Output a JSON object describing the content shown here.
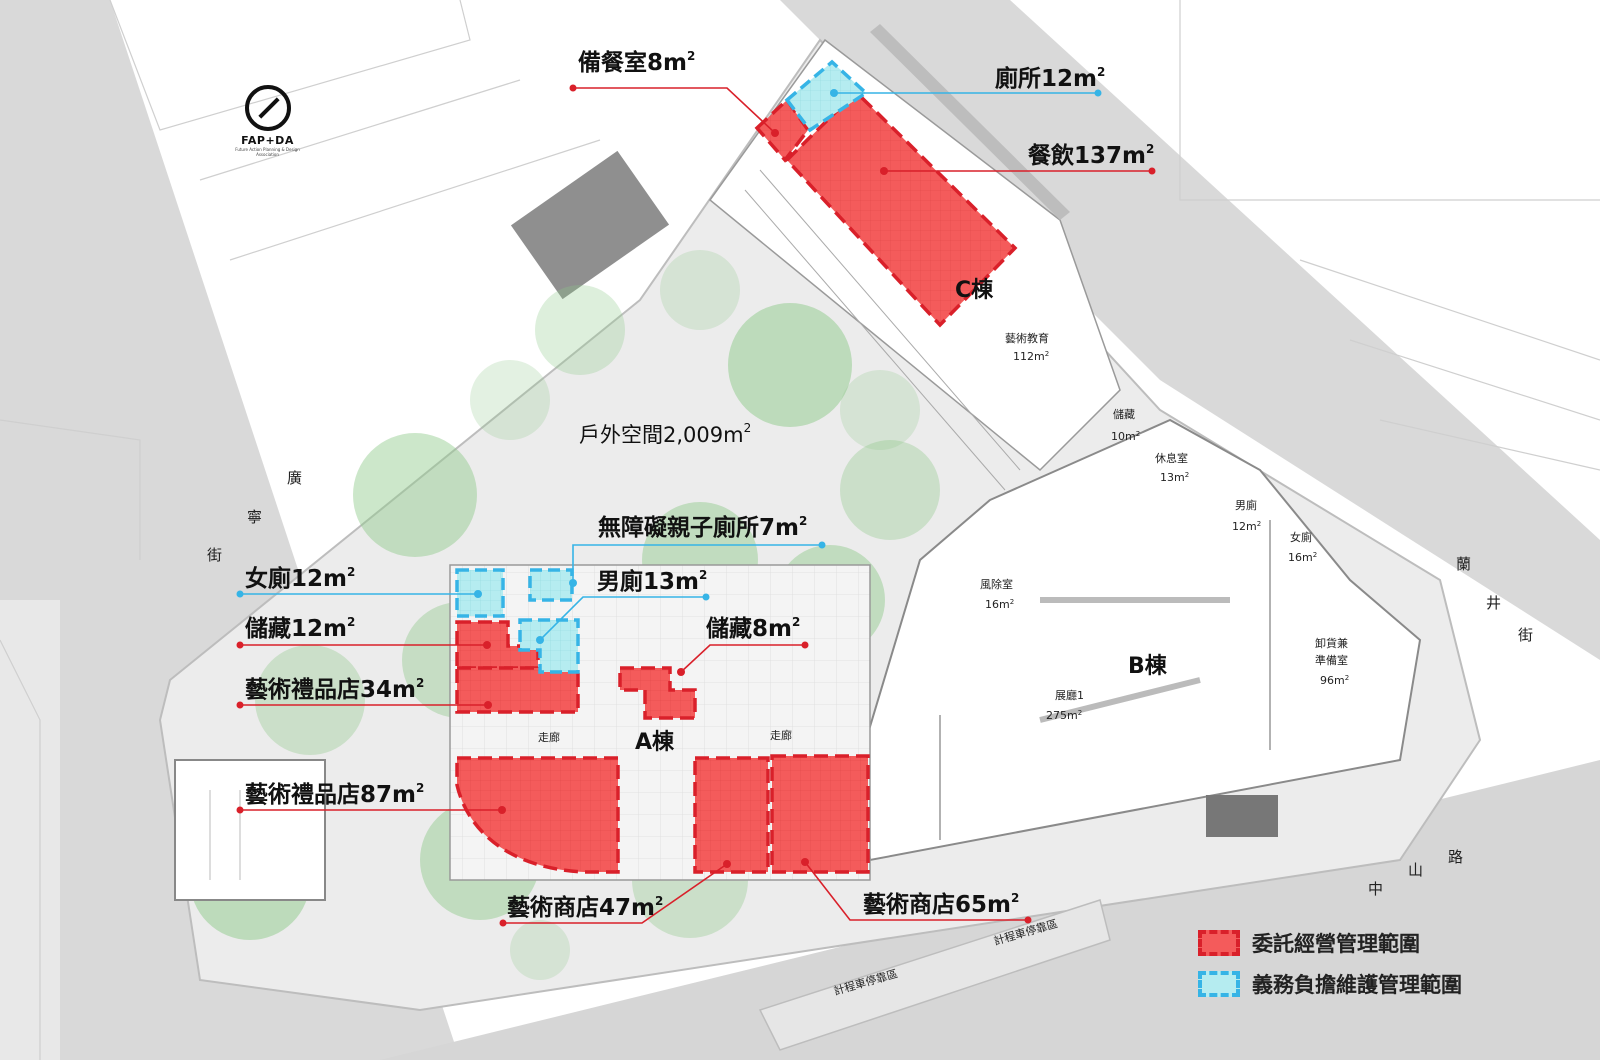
{
  "logo": {
    "name": "FAP+DA",
    "tagline": "Future Action Planning & Design Association"
  },
  "colors": {
    "managed": "#f45b5b",
    "managed_border": "#d9202a",
    "maintained": "#b5ecf0",
    "maintained_border": "#36b4e6"
  },
  "buildings": {
    "a": "A棟",
    "b": "B棟",
    "c": "C棟"
  },
  "callouts": {
    "pantry": {
      "text": "備餐室8m",
      "sup": "2"
    },
    "toilet_c": {
      "text": "廁所12m",
      "sup": "2"
    },
    "dining": {
      "text": "餐飲137m",
      "sup": "2"
    },
    "outdoor": {
      "text": "戶外空間2,009m",
      "sup": "2"
    },
    "accessible_toilet": {
      "text": "無障礙親子廁所7m",
      "sup": "2"
    },
    "womens_toilet": {
      "text": "女廁12m",
      "sup": "2"
    },
    "mens_toilet": {
      "text": "男廁13m",
      "sup": "2"
    },
    "storage_12": {
      "text": "儲藏12m",
      "sup": "2"
    },
    "storage_8": {
      "text": "儲藏8m",
      "sup": "2"
    },
    "gift_shop_34": {
      "text": "藝術禮品店34m",
      "sup": "2"
    },
    "gift_shop_87": {
      "text": "藝術禮品店87m",
      "sup": "2"
    },
    "art_shop_47": {
      "text": "藝術商店47m",
      "sup": "2"
    },
    "art_shop_65": {
      "text": "藝術商店65m",
      "sup": "2"
    }
  },
  "rooms": {
    "art_education": {
      "name": "藝術教育",
      "area": "112m",
      "sup": "2"
    },
    "storage_c": {
      "name": "儲藏",
      "area": "10m",
      "sup": "2"
    },
    "lounge": {
      "name": "休息室",
      "area": "13m",
      "sup": "2"
    },
    "mens_b": {
      "name": "男廁",
      "area": "12m",
      "sup": "2"
    },
    "womens_b": {
      "name": "女廁",
      "area": "16m",
      "sup": "2"
    },
    "air_shower": {
      "name": "風除室",
      "area": "16m",
      "sup": "2"
    },
    "gallery": {
      "name": "展廳1",
      "area": "275m",
      "sup": "2"
    },
    "loading": {
      "line1": "卸貨兼",
      "line2": "準備室",
      "area": "96m",
      "sup": "2"
    },
    "corridor_left": "走廊",
    "corridor_right": "走廊"
  },
  "streets": {
    "guangning": [
      "廣",
      "寧",
      "街"
    ],
    "lanjing": [
      "蘭",
      "井",
      "街"
    ],
    "zhongshan": [
      "中",
      "山",
      "路"
    ],
    "taxi_1": "計程車停靠區",
    "taxi_2": "計程車停靠區"
  },
  "legend": {
    "managed": "委託經營管理範圍",
    "maintained": "義務負擔維護管理範圍"
  }
}
